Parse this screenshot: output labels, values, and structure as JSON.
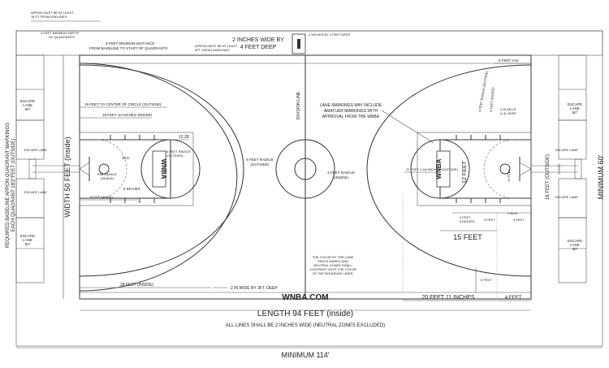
{
  "labels": {
    "apron_top": [
      "APRON MUST BE AT LEAST",
      "18 FT FROM ENDLINES"
    ],
    "min_depth": [
      "4 FEET MINIMUM DEPTH",
      "OF QUADRANTS"
    ],
    "min_distance": [
      "6 FEET MINIMUM DISTANCE",
      "FROM BASELINE TO START OF QUADRANTS"
    ],
    "apron_mid": [
      "APRON MUST BE AT LEAST",
      "4FT. FROM SIDELINES"
    ],
    "two_inches_top": [
      "2 INCHES WIDE BY",
      "4 FEET DEEP"
    ],
    "two_inches_small": "2 INCHES BY 2 FEET DEEP",
    "required_baseline": [
      "REQUIRED BASELINE APRON QUADRANT MARKINGS",
      "EACH QUADRANT 18'2\"FEET (OUTSIDE)"
    ],
    "width": "WIDTH 50 FEET (inside)",
    "minimum_60": "MINIMUM 60'",
    "division_line": "DIVISION LINE",
    "lane_markings": [
      "LANE MARKINGS MAY INCLUDE",
      "AMATUER MARKINGS WITH",
      "APPROVAL FROM THE WNBA"
    ],
    "nineteen_feet": "19 FEET TO CENTER OF CIRCLE  (OUTSIDE)",
    "eighteen_feet": "18 FEET 10 INCHES  (INSIDE)",
    "dim_1229": "12.29'",
    "dim_155": "15.5'",
    "rim_radius": [
      "6 FEET RADIUS",
      "(OUTSIDE)"
    ],
    "six_feet_radius": [
      "6 FEET RADIUS",
      "(OUTSIDE)"
    ],
    "two_feet_radius": [
      "2 FEET RADIUS",
      "(INSIDE)"
    ],
    "six_inches": "6 INCHES",
    "fifteen_inside": "15 FEET(inside)",
    "rim_radius_small": [
      "RIM RADIUS",
      "(INSIDE)"
    ],
    "twenty_eight": "28 FEET (INSIDE)",
    "two_in_wide": "2 IN WIDE BY 3FT. DEEP",
    "wnba_com": "WNBA.COM",
    "length": "LENGTH 94 FEET (inside)",
    "all_lines": "ALL LINES SHALL BE 2 INCHES WIDE (NEUTRAL ZONES EXCLUDED)",
    "minimum_114": "MINIMUM 114'",
    "escape_lane": [
      "ESCAPE",
      "LANE",
      "60\""
    ],
    "escape_lane_small": "ESCAPE LANE",
    "five_feet": "5 FEET",
    "five_feet_3in": "5 FEET 3 IN",
    "twelve_feet": "12 FEET",
    "fifteen_feet": "15 FEET",
    "sixteen_feet": "16 FEET (OUTSIDE)",
    "twenty_feet": "20 FEET 11 INCHES",
    "four_feet": "4 FEET",
    "four_feet_small": "4 FEET",
    "three_feet": "3 FEET",
    "color_note": [
      "THE COLOR OF   THE LANE",
      "SPACE MARKS AND",
      "NEUTRAL ZONES SHALL",
      "CONTRAST WITH  THE  COLOR",
      "OF THE BOUNDING LINES."
    ],
    "twenty_two_feet": "22 FEET 1-3/4 INCHES (OUTSIDE)",
    "two_arcs": [
      "2 IN ARCS",
      "& 4L DEEP"
    ],
    "three_feet_inside": "3 FEET (INSIDE)",
    "feet_radius_vertical": "4 FEET RADIUS (OUTSIDE)",
    "one_inch": "1 INCH",
    "dim_13": "13 FEET",
    "dim_2": "2 FEET"
  },
  "logo": "WNBA",
  "colors": {
    "line": "#333333",
    "background": "#ffffff"
  }
}
